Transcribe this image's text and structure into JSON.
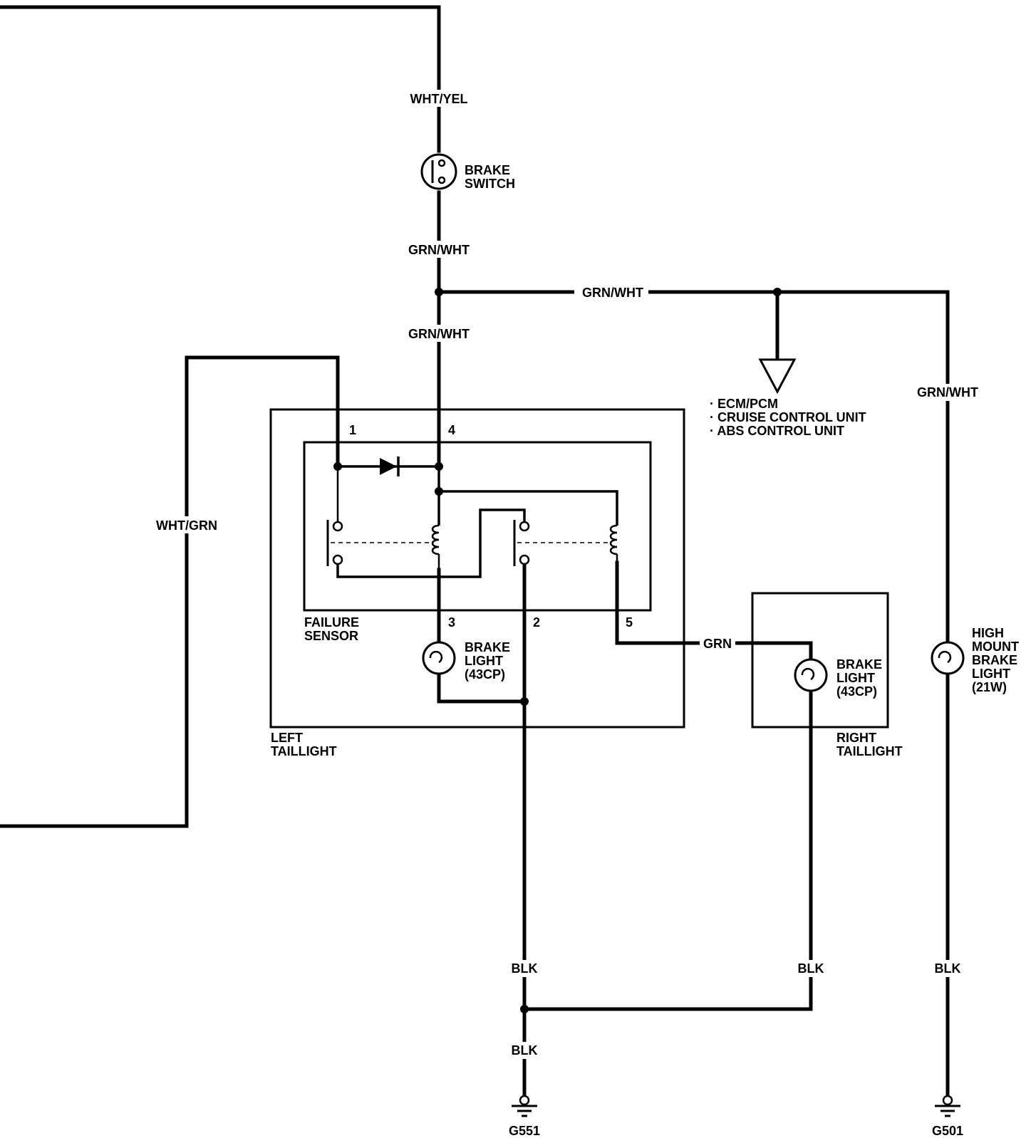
{
  "wires": {
    "wht_yel": "WHT/YEL",
    "grn_wht_upper": "GRN/WHT",
    "grn_wht_horizontal": "GRN/WHT",
    "grn_wht_lower": "GRN/WHT",
    "grn_wht_right": "GRN/WHT",
    "wht_grn": "WHT/GRN",
    "grn": "GRN",
    "blk_left": "BLK",
    "blk_mid": "BLK",
    "blk_right": "BLK",
    "blk_ground": "BLK"
  },
  "components": {
    "brake_switch": [
      "BRAKE",
      "SWITCH"
    ],
    "failure_sensor": [
      "FAILURE",
      "SENSOR"
    ],
    "left_brake_light": [
      "BRAKE",
      "LIGHT",
      "(43CP)"
    ],
    "right_brake_light": [
      "BRAKE",
      "LIGHT",
      "(43CP)"
    ],
    "high_mount_light": [
      "HIGH",
      "MOUNT",
      "BRAKE",
      "LIGHT",
      "(21W)"
    ],
    "left_taillight": [
      "LEFT",
      "TAILLIGHT"
    ],
    "right_taillight": [
      "RIGHT",
      "TAILLIGHT"
    ]
  },
  "destinations": [
    "· ECM/PCM",
    "· CRUISE CONTROL UNIT",
    "· ABS CONTROL UNIT"
  ],
  "pins": {
    "p1": "1",
    "p2": "2",
    "p3": "3",
    "p4": "4",
    "p5": "5"
  },
  "grounds": {
    "left": "G551",
    "right": "G501"
  }
}
